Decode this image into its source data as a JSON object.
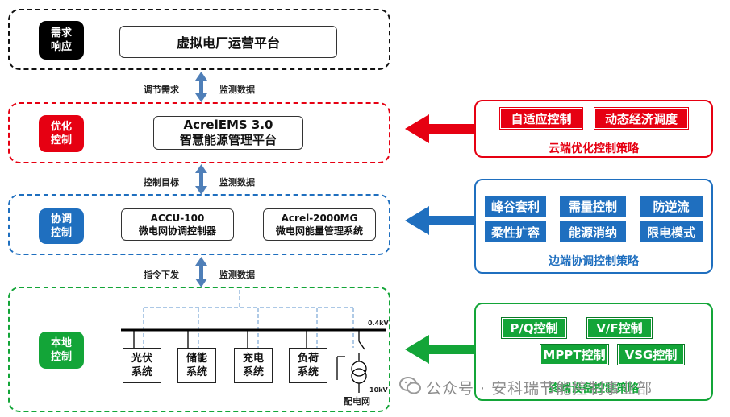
{
  "layers": {
    "demand": {
      "badge": [
        "需求",
        "响应"
      ],
      "platform": "虚拟电厂运营平台"
    },
    "optimize": {
      "badge": [
        "优化",
        "控制"
      ],
      "platform_line1": "AcrelEMS 3.0",
      "platform_line2": "智慧能源管理平台"
    },
    "coordinate": {
      "badge": [
        "协调",
        "控制"
      ],
      "box1_line1": "ACCU-100",
      "box1_line2": "微电网协调控制器",
      "box2_line1": "Acrel-2000MG",
      "box2_line2": "微电网能量管理系统"
    },
    "local": {
      "badge": [
        "本地",
        "控制"
      ],
      "systems": [
        [
          "光伏",
          "系统"
        ],
        [
          "储能",
          "系统"
        ],
        [
          "充电",
          "系统"
        ],
        [
          "负荷",
          "系统"
        ]
      ],
      "bus_voltage": "0.4kV",
      "grid_voltage": "10kV",
      "grid_label": "配电网"
    }
  },
  "links": {
    "demand_optimize": {
      "left": "调节需求",
      "right": "监测数据"
    },
    "optimize_coordinate": {
      "left": "控制目标",
      "right": "监测数据"
    },
    "coordinate_local": {
      "left": "指令下发",
      "right": "监测数据"
    }
  },
  "panels": {
    "cloud": {
      "title": "云端优化控制策略",
      "tags": [
        "自适应控制",
        "动态经济调度"
      ]
    },
    "edge": {
      "title": "边端协调控制策略",
      "tags": [
        "峰谷套利",
        "需量控制",
        "防逆流",
        "柔性扩容",
        "能源消纳",
        "限电模式"
      ]
    },
    "terminal": {
      "title": "终端设备控制策略",
      "tags": [
        "P/Q控制",
        "V/F控制",
        "MPPT控制",
        "VSG控制"
      ]
    }
  },
  "watermark": "公众号 · 安科瑞节能控制事业部",
  "colors": {
    "red": "#e60012",
    "blue": "#1f6fbf",
    "green": "#13a538",
    "black": "#000000"
  }
}
